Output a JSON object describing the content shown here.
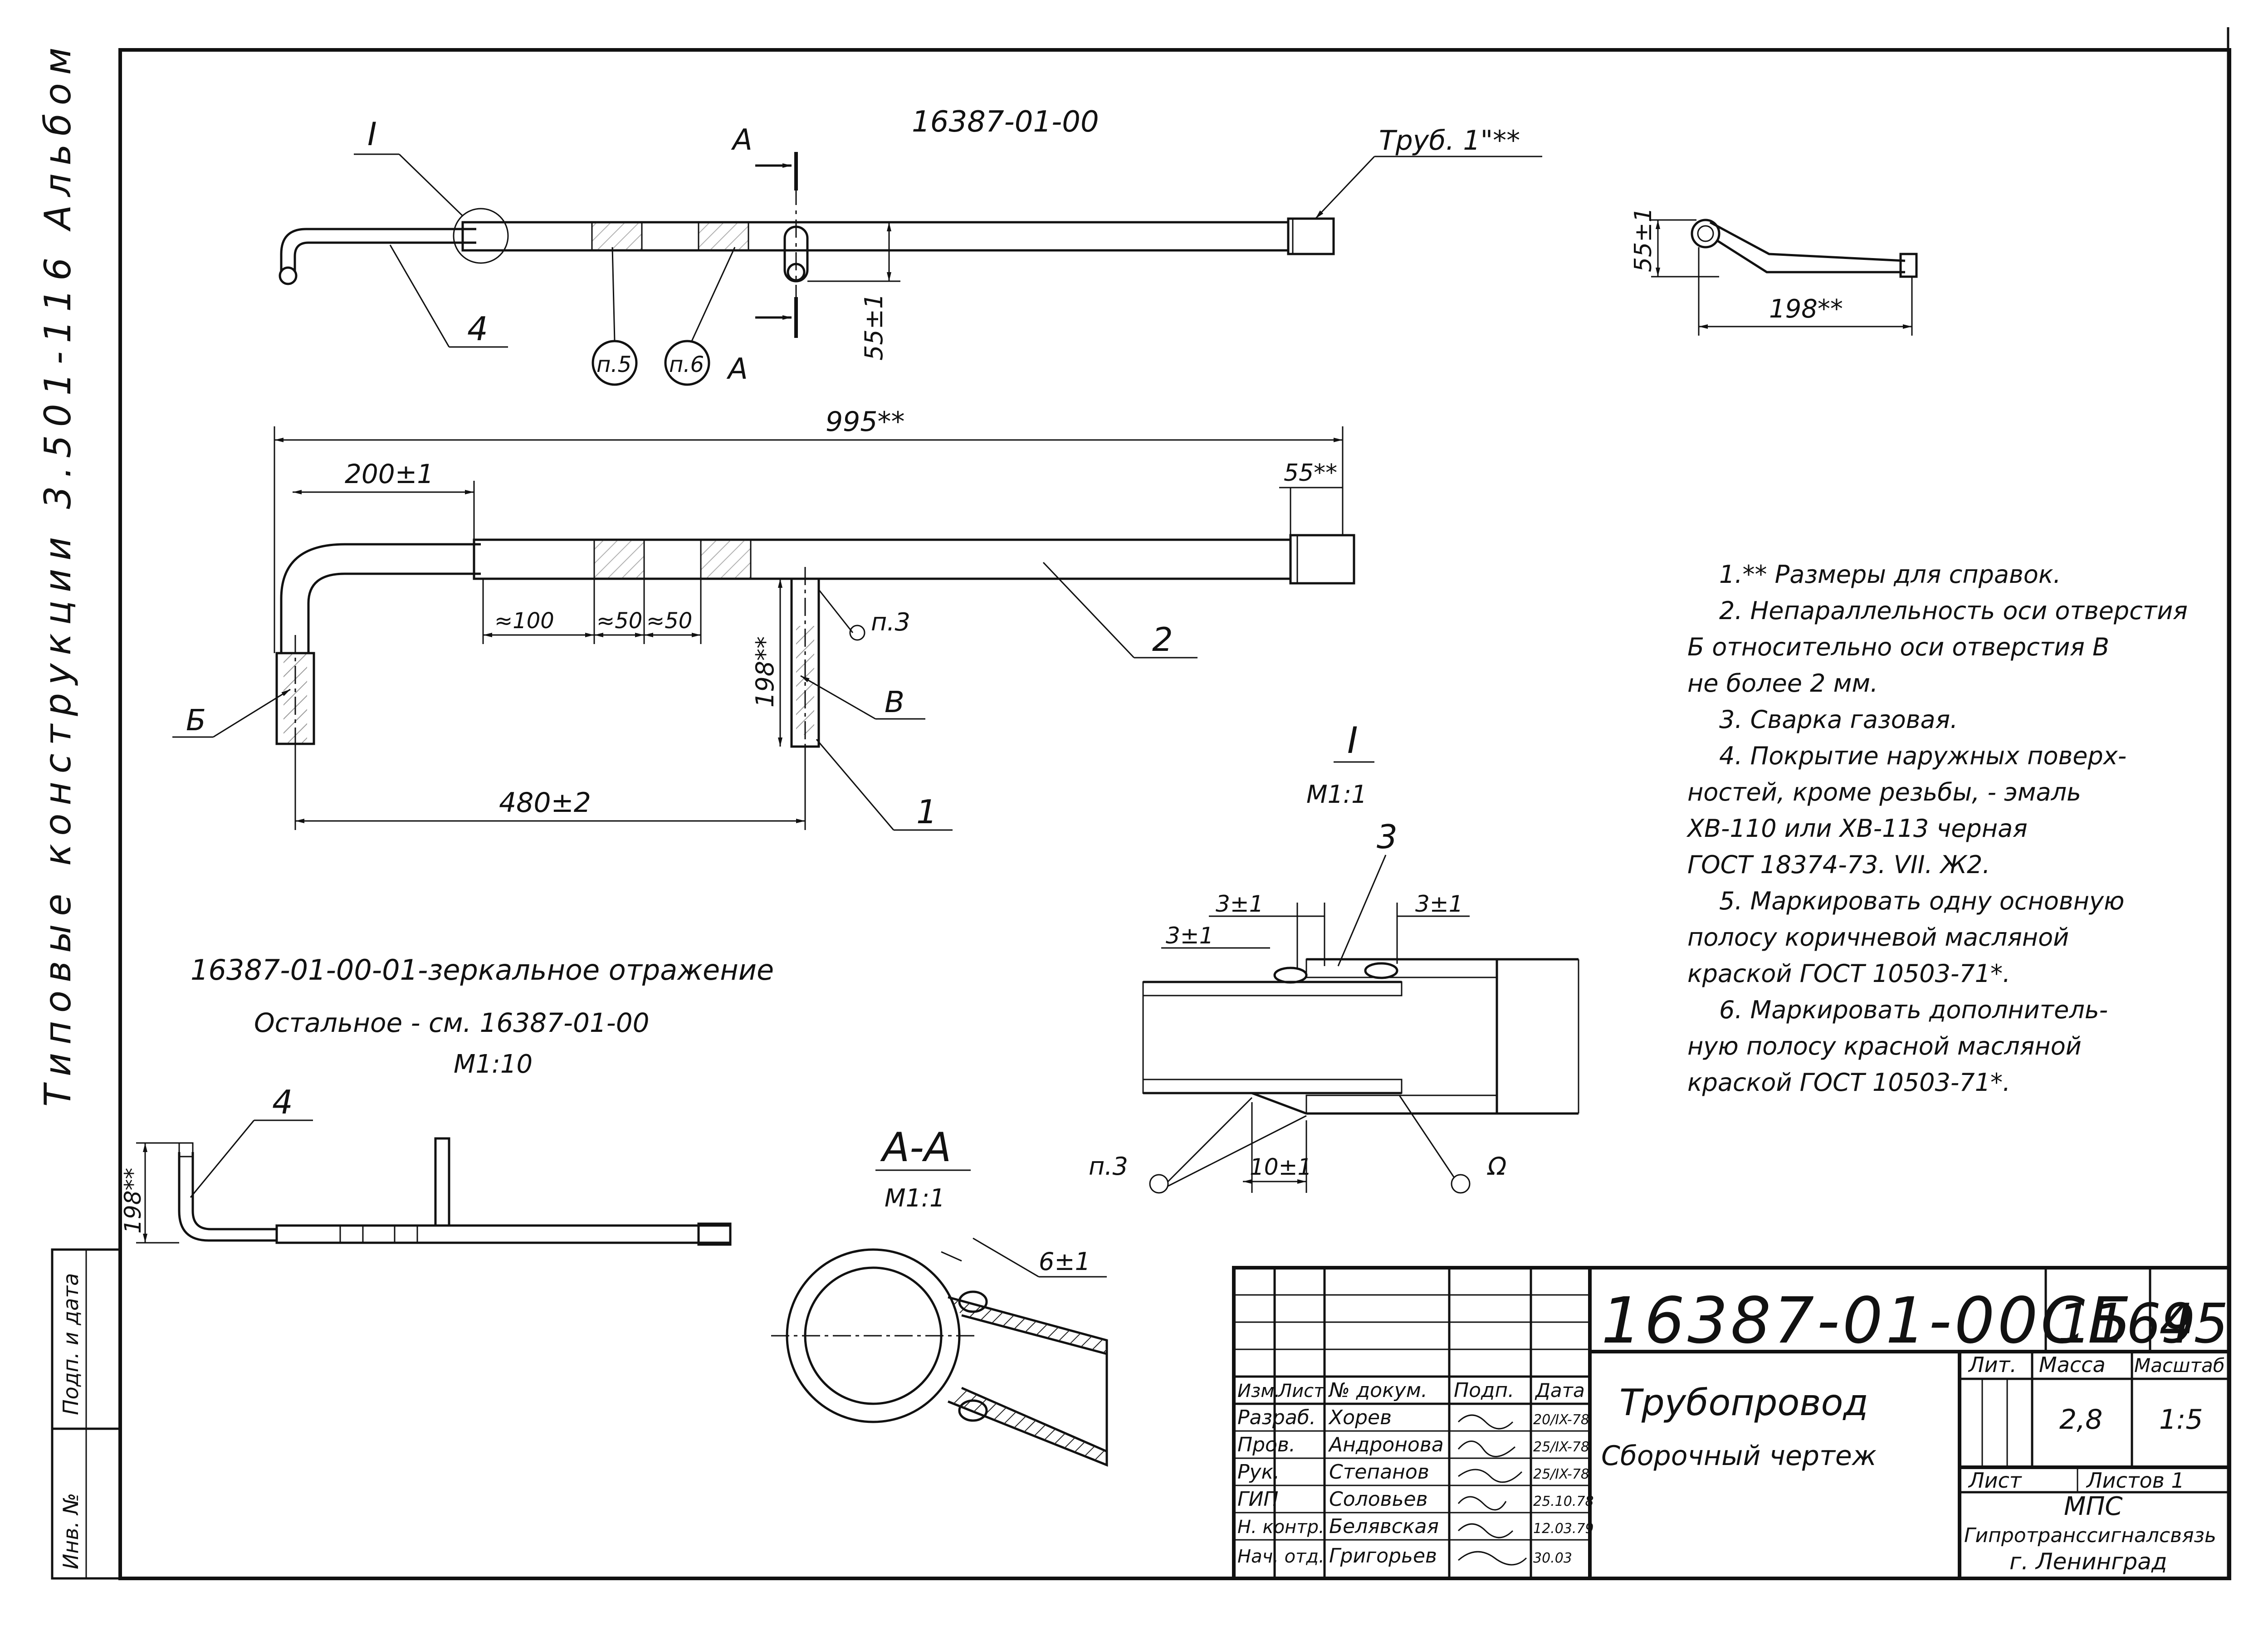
{
  "side_text": {
    "album": "Типовые конструкции 3.501-116 Альбом",
    "sign_date": "Подп. и дата",
    "inv_no": "Инв. №"
  },
  "top_view": {
    "title": "16387-01-00",
    "section_mark": "А",
    "detail_mark": "I",
    "pipe_label": "Труб. 1\"**",
    "pos4": "4",
    "note5": "п.5",
    "note6": "п.6",
    "dim_55": "55±1"
  },
  "front_view": {
    "dim_995": "995**",
    "dim_200": "200±1",
    "dim_55": "55**",
    "dim_100": "≈100",
    "dim_50a": "≈50",
    "dim_50b": "≈50",
    "dim_198": "198**",
    "dim_480": "480±2",
    "note_p3": "п.3",
    "pos2": "2",
    "pos1": "1",
    "hole_b": "Б",
    "hole_v": "В"
  },
  "end_view": {
    "dim_55": "55±1",
    "dim_198": "198**"
  },
  "mirror": {
    "line1": "16387-01-00-01-зеркальное отражение",
    "line2": "Остальное - см. 16387-01-00",
    "scale": "М1:10",
    "pos4": "4",
    "dim_198": "198**"
  },
  "section_aa": {
    "title": "А-А",
    "scale": "М1:1",
    "dim_6": "6±1"
  },
  "detail_i": {
    "title": "I",
    "scale": "М1:1",
    "pos3": "3",
    "dim_3a": "3±1",
    "dim_3b": "3±1",
    "dim_3c": "3±1",
    "dim_10": "10±1",
    "note_p3": "п.3",
    "note_omega": "Ω"
  },
  "notes": [
    "1.** Размеры для справок.",
    "2. Непараллельность оси отверстия",
    "Б относительно оси отверстия В",
    "не более 2 мм.",
    "3. Сварка газовая.",
    "4. Покрытие наружных поверх-",
    "ностей, кроме резьбы, - эмаль",
    "ХВ-110 или ХВ-113 черная",
    "ГОСТ 18374-73. VII. Ж2.",
    "5. Маркировать одну основную",
    "полосу коричневой масляной",
    "краской ГОСТ 10503-71*.",
    "6. Маркировать дополнитель-",
    "ную полосу красной масляной",
    "краской ГОСТ 10503-71*."
  ],
  "title_block": {
    "doc_number": "16387-01-00СБ",
    "album_no": "1169",
    "sheet_no": "45",
    "name": "Трубопровод",
    "doc_type": "Сборочный чертеж",
    "hdr_izm": "Изм.",
    "hdr_list": "Лист",
    "hdr_doc": "№ докум.",
    "hdr_sign": "Подп.",
    "hdr_date": "Дата",
    "lit": "Лит.",
    "mass": "Масса",
    "scale": "Масштаб",
    "mass_val": "2,8",
    "scale_val": "1:5",
    "sheet": "Лист",
    "sheets": "Листов 1",
    "org1": "МПС",
    "org2": "Гипротранссигналсвязь",
    "org3": "г. Ленинград",
    "roles": [
      {
        "role": "Разраб.",
        "name": "Хорев",
        "date": "20/IX-78"
      },
      {
        "role": "Пров.",
        "name": "Андронова",
        "date": "25/IX-78"
      },
      {
        "role": "Рук.",
        "name": "Степанов",
        "date": "25/IX-78"
      },
      {
        "role": "ГИП",
        "name": "Соловьев",
        "date": "25.10.78"
      },
      {
        "role": "Н. контр.",
        "name": "Белявская",
        "date": "12.03.79"
      },
      {
        "role": "Нач. отд.",
        "name": "Григорьев",
        "date": "30.03"
      }
    ]
  }
}
